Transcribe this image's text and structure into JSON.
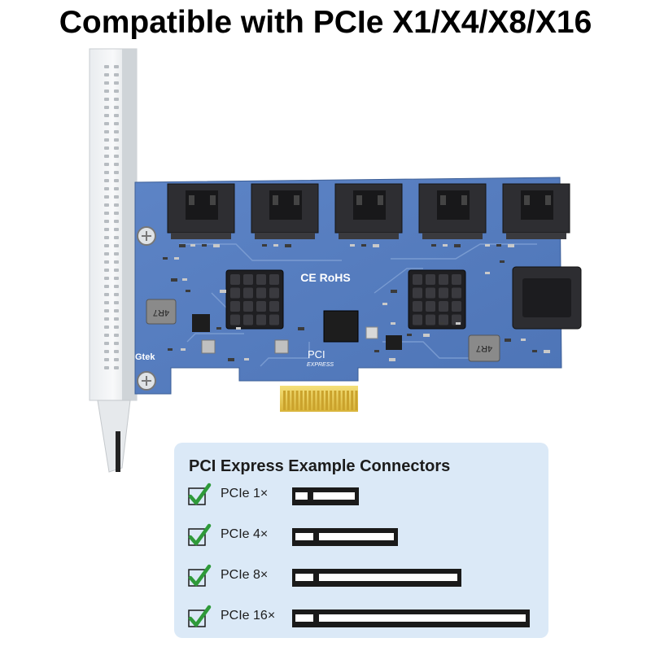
{
  "headline": "Compatible with PCIe X1/X4/X8/X16",
  "card": {
    "brand": "Gtek",
    "certifications": "CE RoHS",
    "pci_logo_top": "PCI",
    "pci_logo_bottom": "EXPRESS",
    "inductor_label": "4R7",
    "heatsink_icon": "heatsink-icon",
    "sata_port_icon": "sata-port-icon"
  },
  "legend": {
    "title": "PCI Express Example Connectors",
    "check_icon": "checkmark-icon",
    "items": [
      {
        "label": "PCIe 1×",
        "lanes": 1
      },
      {
        "label": "PCIe 4×",
        "lanes": 4
      },
      {
        "label": "PCIe 8×",
        "lanes": 8
      },
      {
        "label": "PCIe 16×",
        "lanes": 16
      }
    ],
    "colors": {
      "panel": "#dbe9f7",
      "check": "#2f9a3a",
      "slot": "#1a1a1a"
    }
  }
}
